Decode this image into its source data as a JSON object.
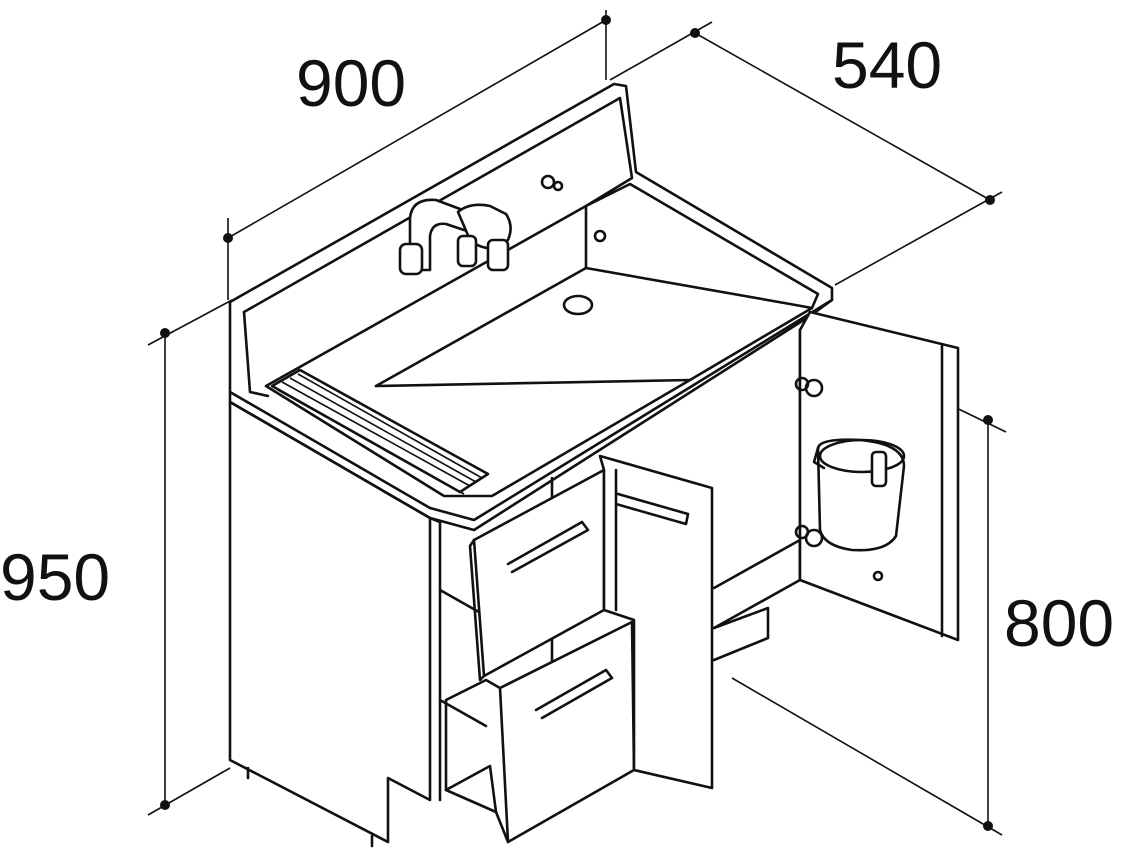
{
  "dimensions": {
    "width": "900",
    "depth": "540",
    "total_height": "950",
    "counter_height": "800"
  }
}
